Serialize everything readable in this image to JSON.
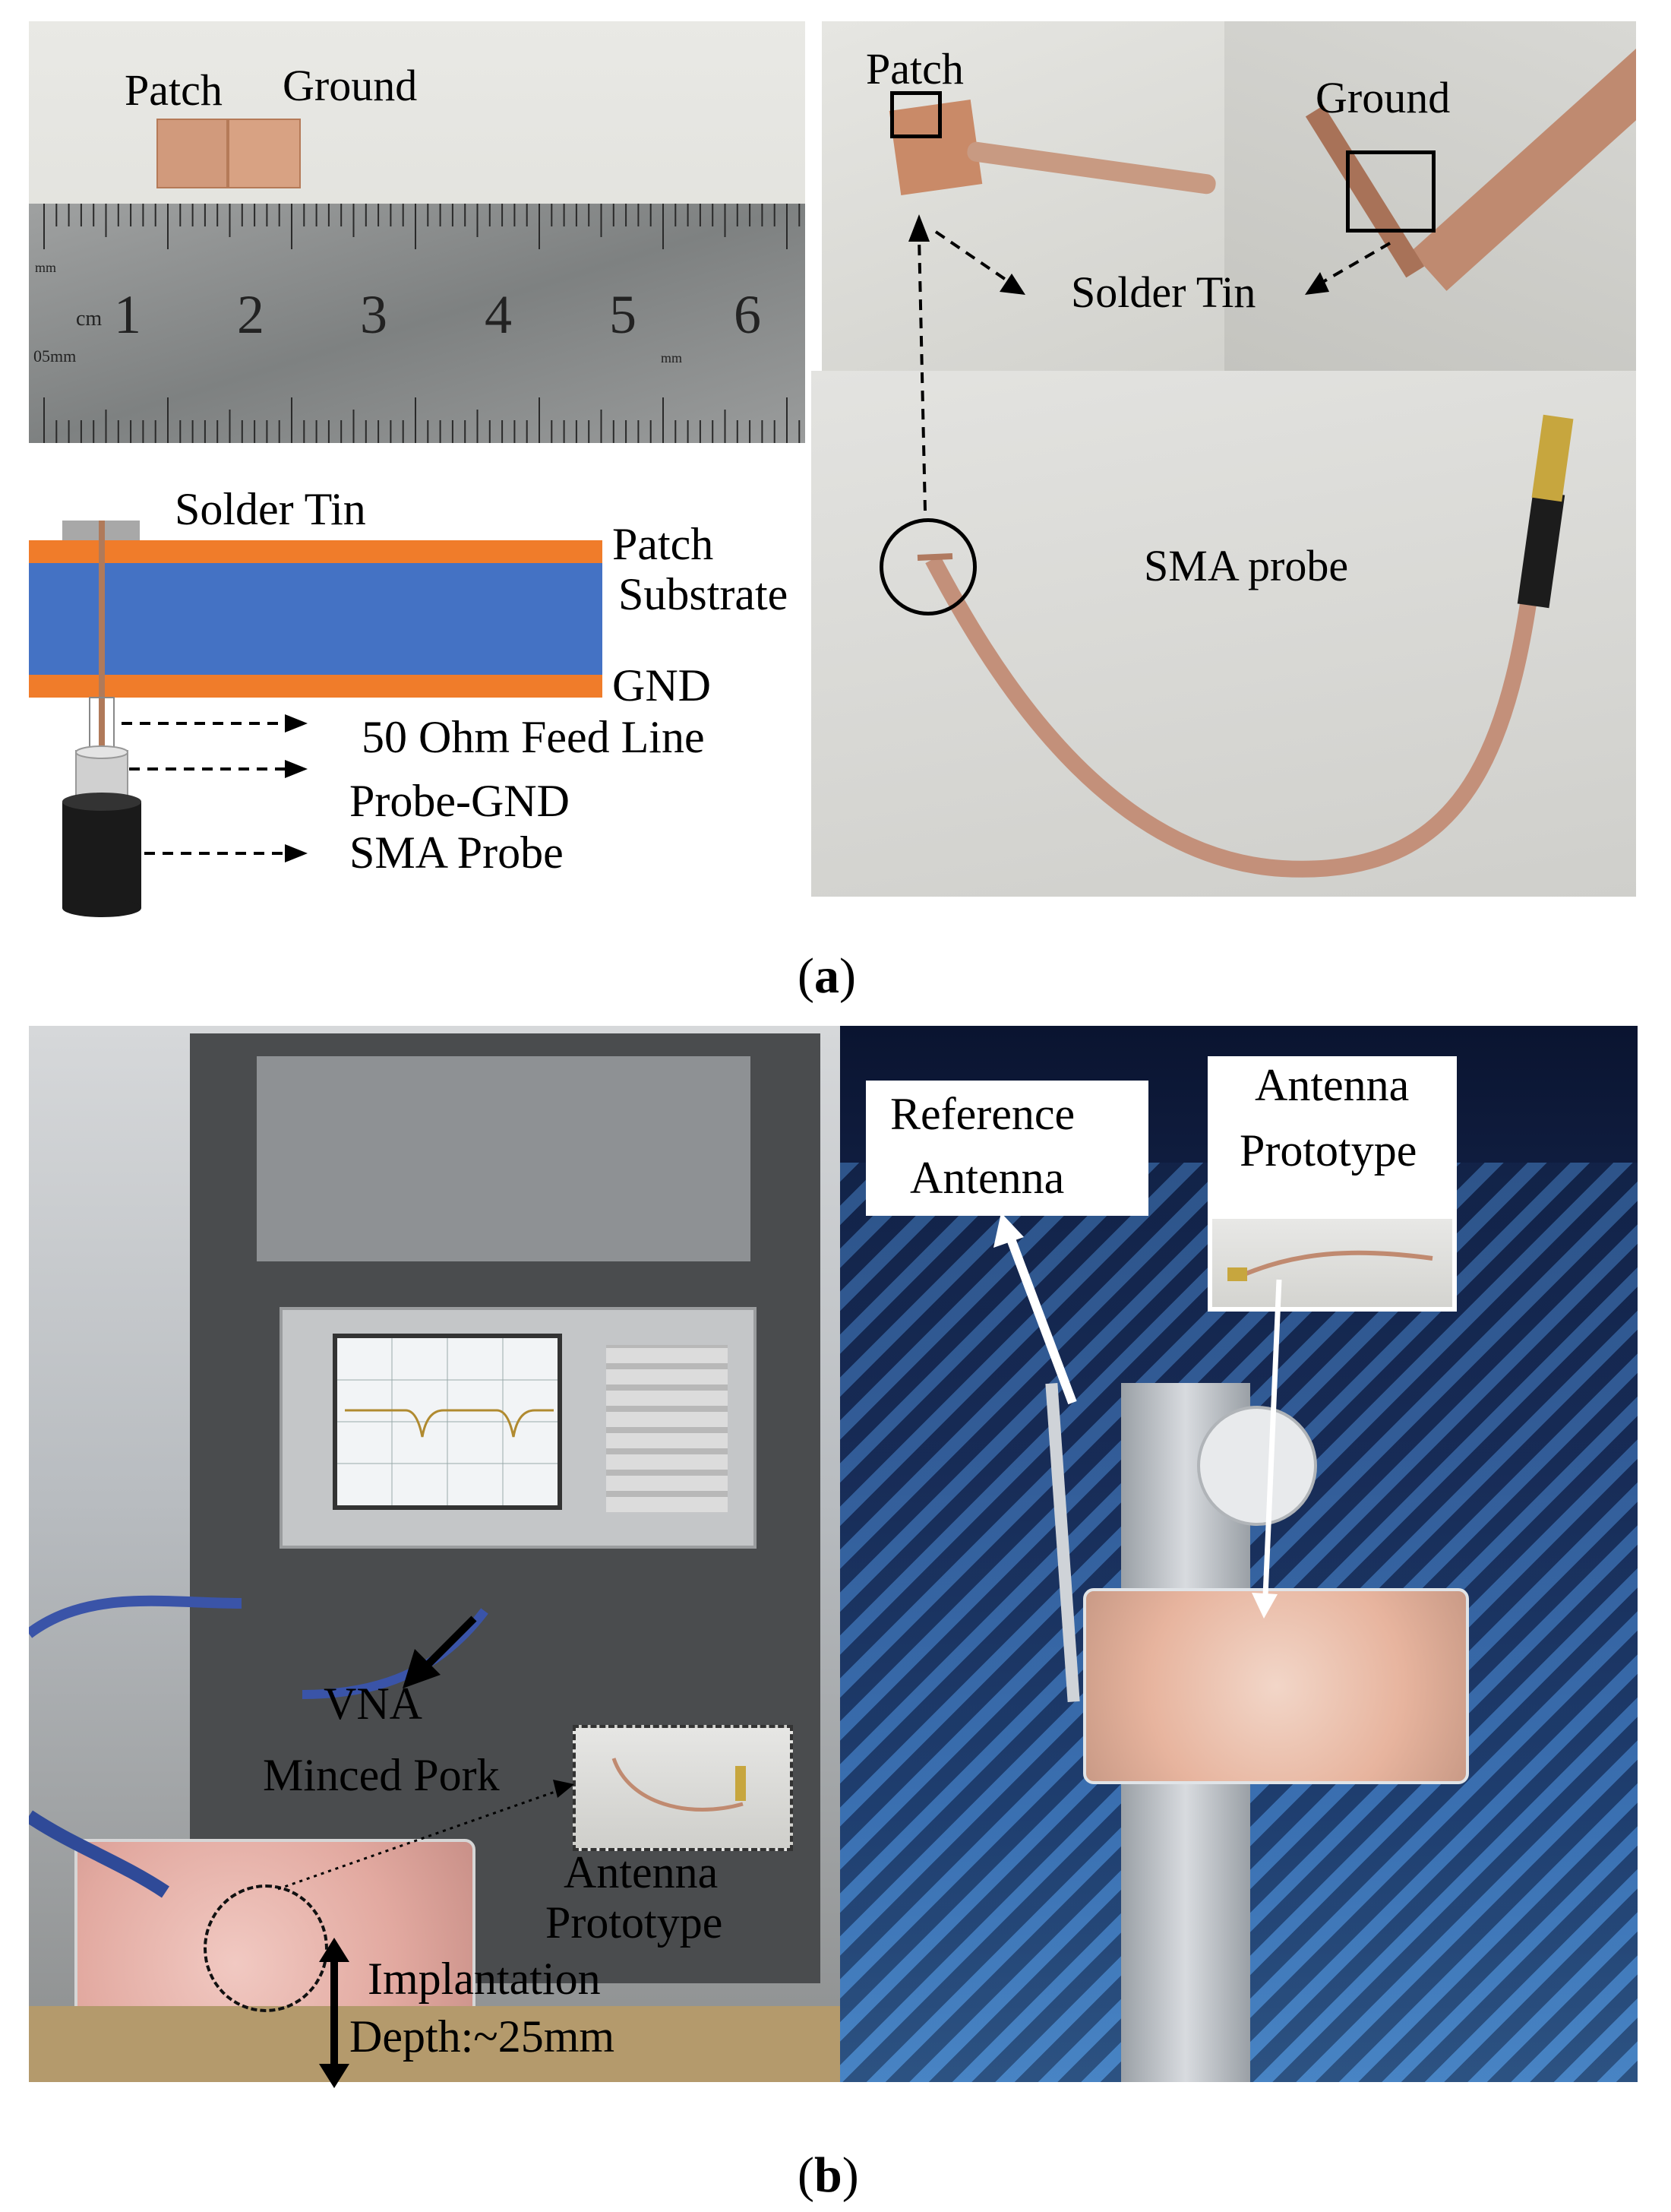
{
  "panel_a": {
    "caption_open": "(",
    "caption_letter": "a",
    "caption_close": ")",
    "ruler_photo": {
      "label_patch": "Patch",
      "label_ground": "Ground",
      "ruler_digits": [
        "1",
        "2",
        "3",
        "4",
        "5",
        "6"
      ],
      "ruler_unit_cm": "cm",
      "ruler_unit_mm_top": "mm",
      "ruler_unit_mm_bottom": "mm",
      "ruler_res": "05mm"
    },
    "cross_section": {
      "solder_tin": "Solder Tin",
      "patch": "Patch",
      "substrate": "Substrate",
      "gnd": "GND",
      "feed_line": "50 Ohm Feed Line",
      "probe_gnd": "Probe-GND",
      "sma_probe": "SMA Probe",
      "colors": {
        "copper": "#f07c2a",
        "substrate": "#4472c4",
        "probe": "#1a1a1a",
        "solder": "#a8a8a8"
      }
    },
    "closeups": {
      "patch": "Patch",
      "ground": "Ground",
      "solder_tin": "Solder Tin"
    },
    "probe_photo": {
      "label": "SMA probe"
    }
  },
  "panel_b": {
    "caption_open": "(",
    "caption_letter": "b",
    "caption_close": ")",
    "lab": {
      "vna": "VNA",
      "minced_pork": "Minced Pork",
      "antenna_line1": "Antenna",
      "antenna_line2": "Prototype",
      "depth_line1": "Implantation",
      "depth_line2": "Depth:~25mm"
    },
    "chamber": {
      "reference_line1": "Reference",
      "reference_line2": "Antenna",
      "prototype_line1": "Antenna",
      "prototype_line2": "Prototype"
    }
  }
}
